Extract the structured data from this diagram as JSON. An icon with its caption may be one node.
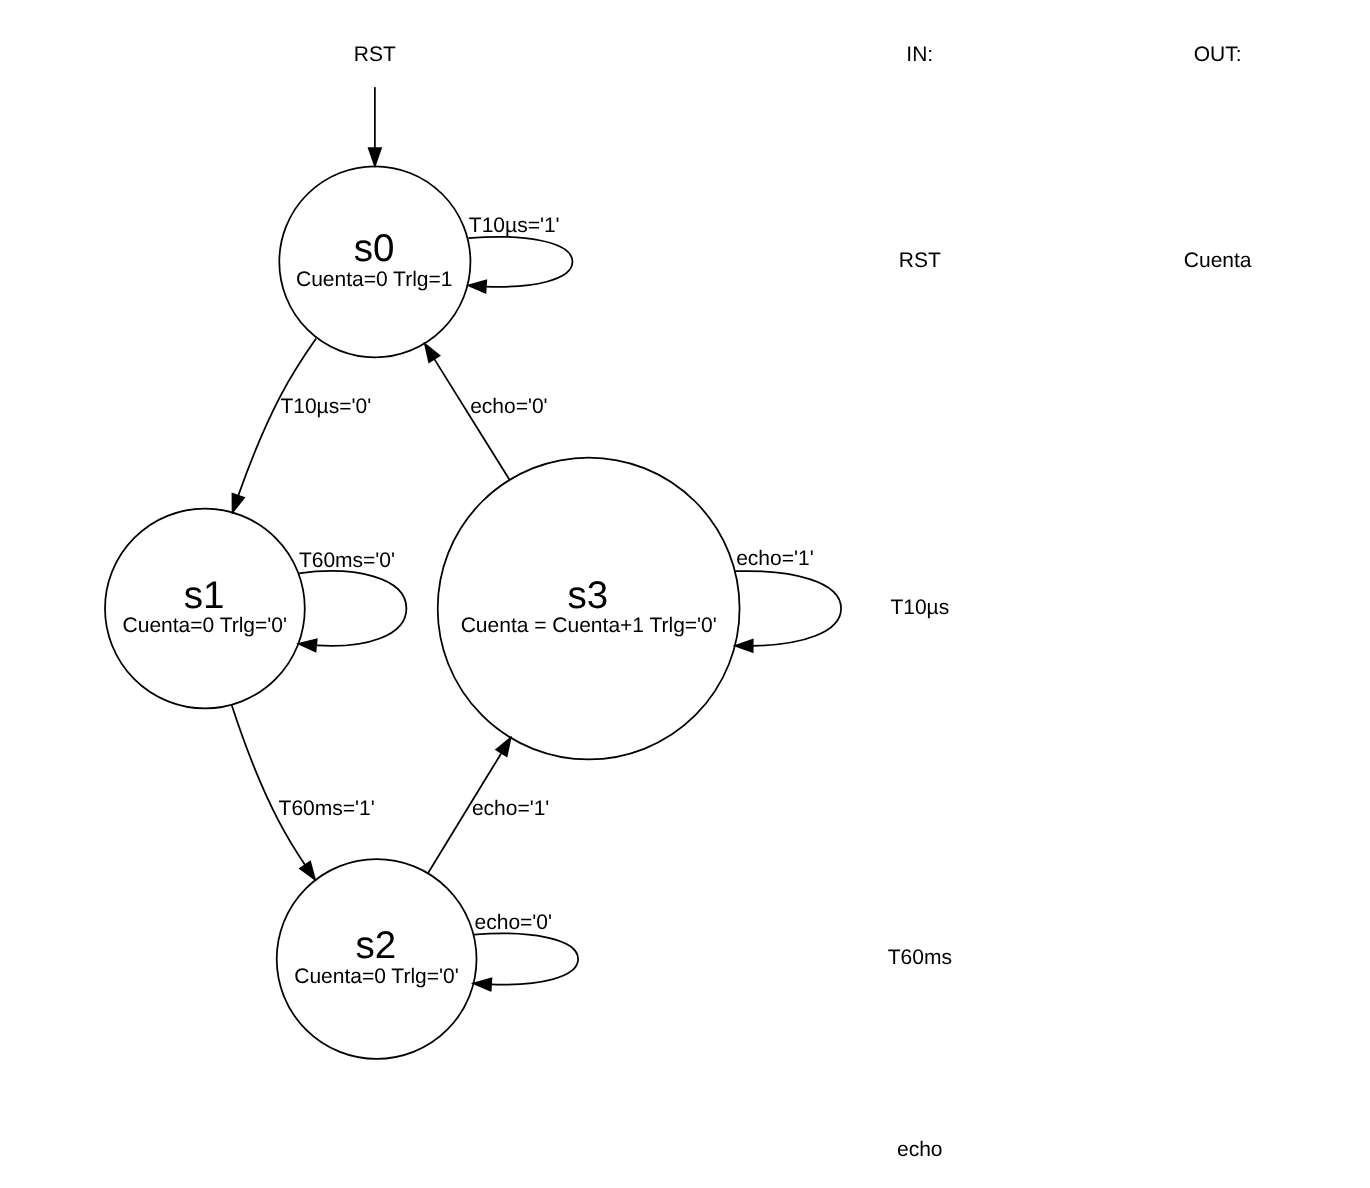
{
  "diagram": {
    "nodes": [
      {
        "text": [
          "s0",
          "Cuenta=0 Trlg=1"
        ]
      },
      {
        "text": [
          "s1",
          "Cuenta=0 Trlg='0'"
        ]
      },
      {
        "text": [
          "s2",
          "Cuenta=0 Trlg='0'"
        ]
      },
      {
        "text": [
          "s3",
          "Cuenta = Cuenta+1 Trlg='0'"
        ]
      },
      {
        "text": [
          "RST"
        ]
      }
    ],
    "edges": [
      {
        "from": 4,
        "to": 0,
        "arrow": "to"
      },
      {
        "from": 0,
        "to": 0,
        "label": "T10µs='1'",
        "arrow": "to"
      },
      {
        "from": 0,
        "to": 1,
        "label": "T10µs='0'",
        "arrow": "to"
      },
      {
        "from": 1,
        "to": 1,
        "label": "T60ms='0'",
        "arrow": "to"
      },
      {
        "from": 1,
        "to": 2,
        "label": "T60ms='1'",
        "arrow": "to"
      },
      {
        "from": 2,
        "to": 2,
        "label": "echo='0'",
        "arrow": "to"
      },
      {
        "from": 2,
        "to": 3,
        "label": "echo='1'",
        "arrow": "to"
      },
      {
        "from": 3,
        "to": 3,
        "label": "echo='1'",
        "arrow": "to"
      },
      {
        "from": 3,
        "to": 0,
        "label": "echo='0'",
        "arrow": "to"
      }
    ],
    "labels": [
      "IN:",
      "OUT:",
      "RST",
      "Cuenta",
      "T10µs",
      "T60ms",
      "echo"
    ]
  }
}
